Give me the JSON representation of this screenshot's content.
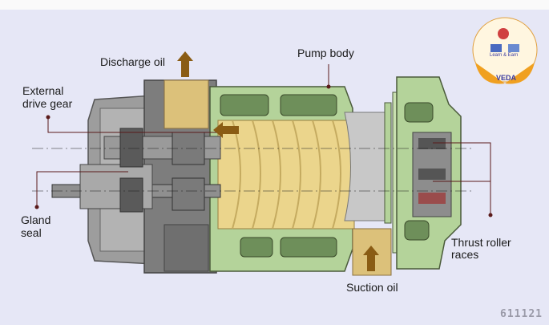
{
  "labels": {
    "discharge_oil": "Discharge oil",
    "pump_body": "Pump body",
    "external_drive_gear_1": "External",
    "external_drive_gear_2": "drive gear",
    "gland_seal_1": "Gland",
    "gland_seal_2": "seal",
    "thrust_roller_races_1": "Thrust roller",
    "thrust_roller_races_2": "races",
    "suction_oil": "Suction oil"
  },
  "figure_id": "611121",
  "logo": {
    "name": "VEDA",
    "tagline": "Learn & Earn"
  },
  "colors": {
    "background": "#e6e7f6",
    "casing_gray": "#8a8a8a",
    "pump_body_green": "#b4d39a",
    "rotor_tan": "#ebd58c",
    "oil_port": "#dcc17a",
    "arrow_brown": "#8a5c14",
    "leader_line": "#5a1a1a"
  }
}
